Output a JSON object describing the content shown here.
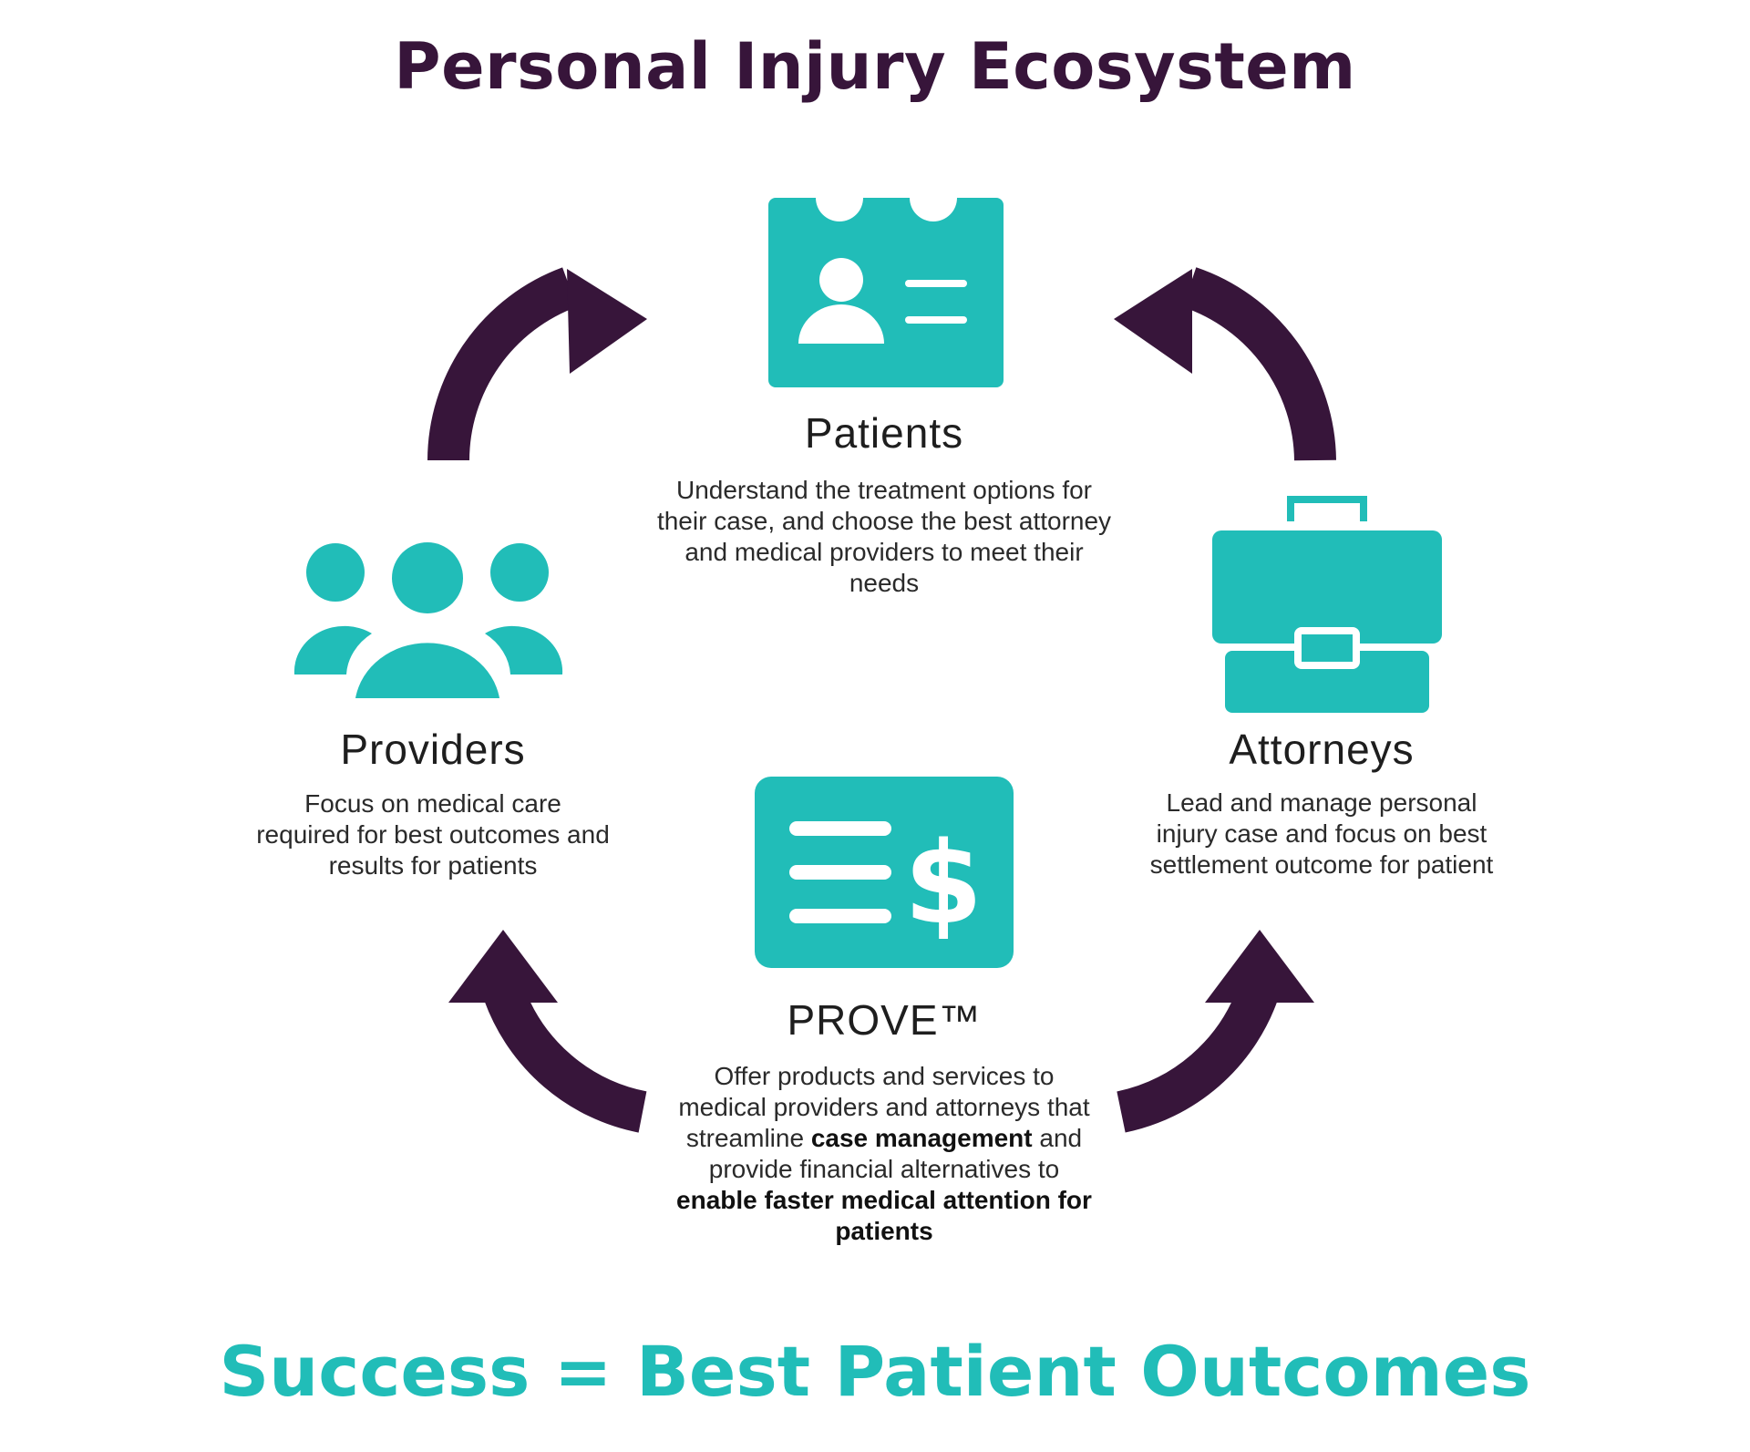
{
  "title": "Personal Injury Ecosystem",
  "footer": "Success = Best Patient Outcomes",
  "colors": {
    "teal": "#21bdb8",
    "purple": "#37153a",
    "text": "#1e1e1e"
  },
  "nodes": {
    "patients": {
      "icon": "patient-id-card-icon",
      "title": "Patients",
      "desc": "Understand the treatment options for their case, and choose the best attorney and medical providers to meet their needs"
    },
    "providers": {
      "icon": "people-group-icon",
      "title": "Providers",
      "desc": "Focus on medical care required for best outcomes and results for patients"
    },
    "attorneys": {
      "icon": "briefcase-icon",
      "title": "Attorneys",
      "desc": "Lead and manage personal injury case and focus on best settlement outcome for patient"
    },
    "prove": {
      "icon": "invoice-dollar-icon",
      "title": "PROVE™",
      "desc_parts": [
        "Offer products and services to medical providers and attorneys that streamline ",
        "case management",
        " and provide financial alternatives to ",
        "enable faster medical attention for patients"
      ]
    }
  }
}
